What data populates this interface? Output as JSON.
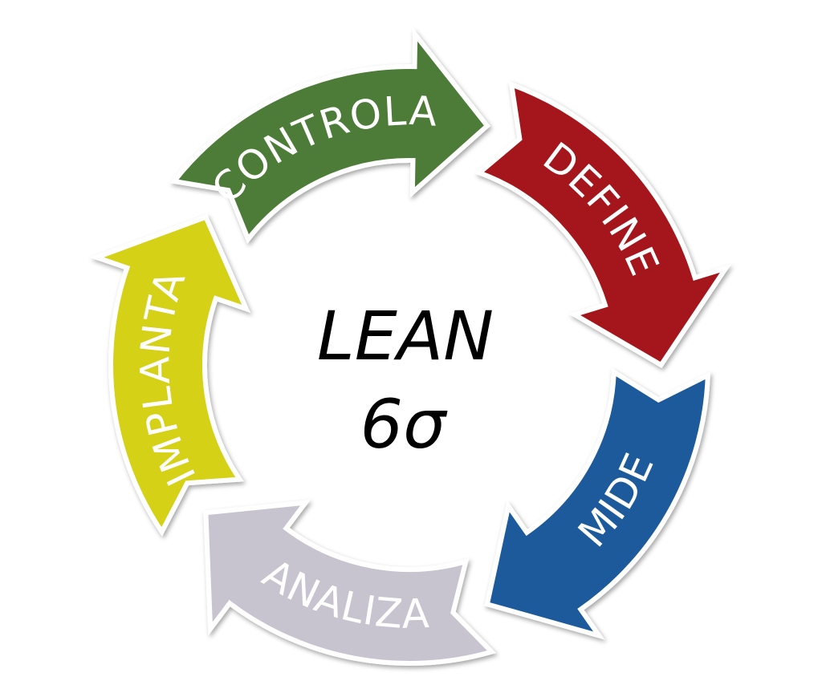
{
  "center": {
    "title": "LEAN",
    "subtitle": "6σ"
  },
  "steps": [
    {
      "label": "DEFINE",
      "color": "#a4191d"
    },
    {
      "label": "MIDE",
      "color": "#1b5a9c"
    },
    {
      "label": "ANALIZA",
      "color": "#c8c4cf"
    },
    {
      "label": "IMPLANTA",
      "color": "#d4d118"
    },
    {
      "label": "CONTROLA",
      "color": "#4e7c38"
    }
  ]
}
